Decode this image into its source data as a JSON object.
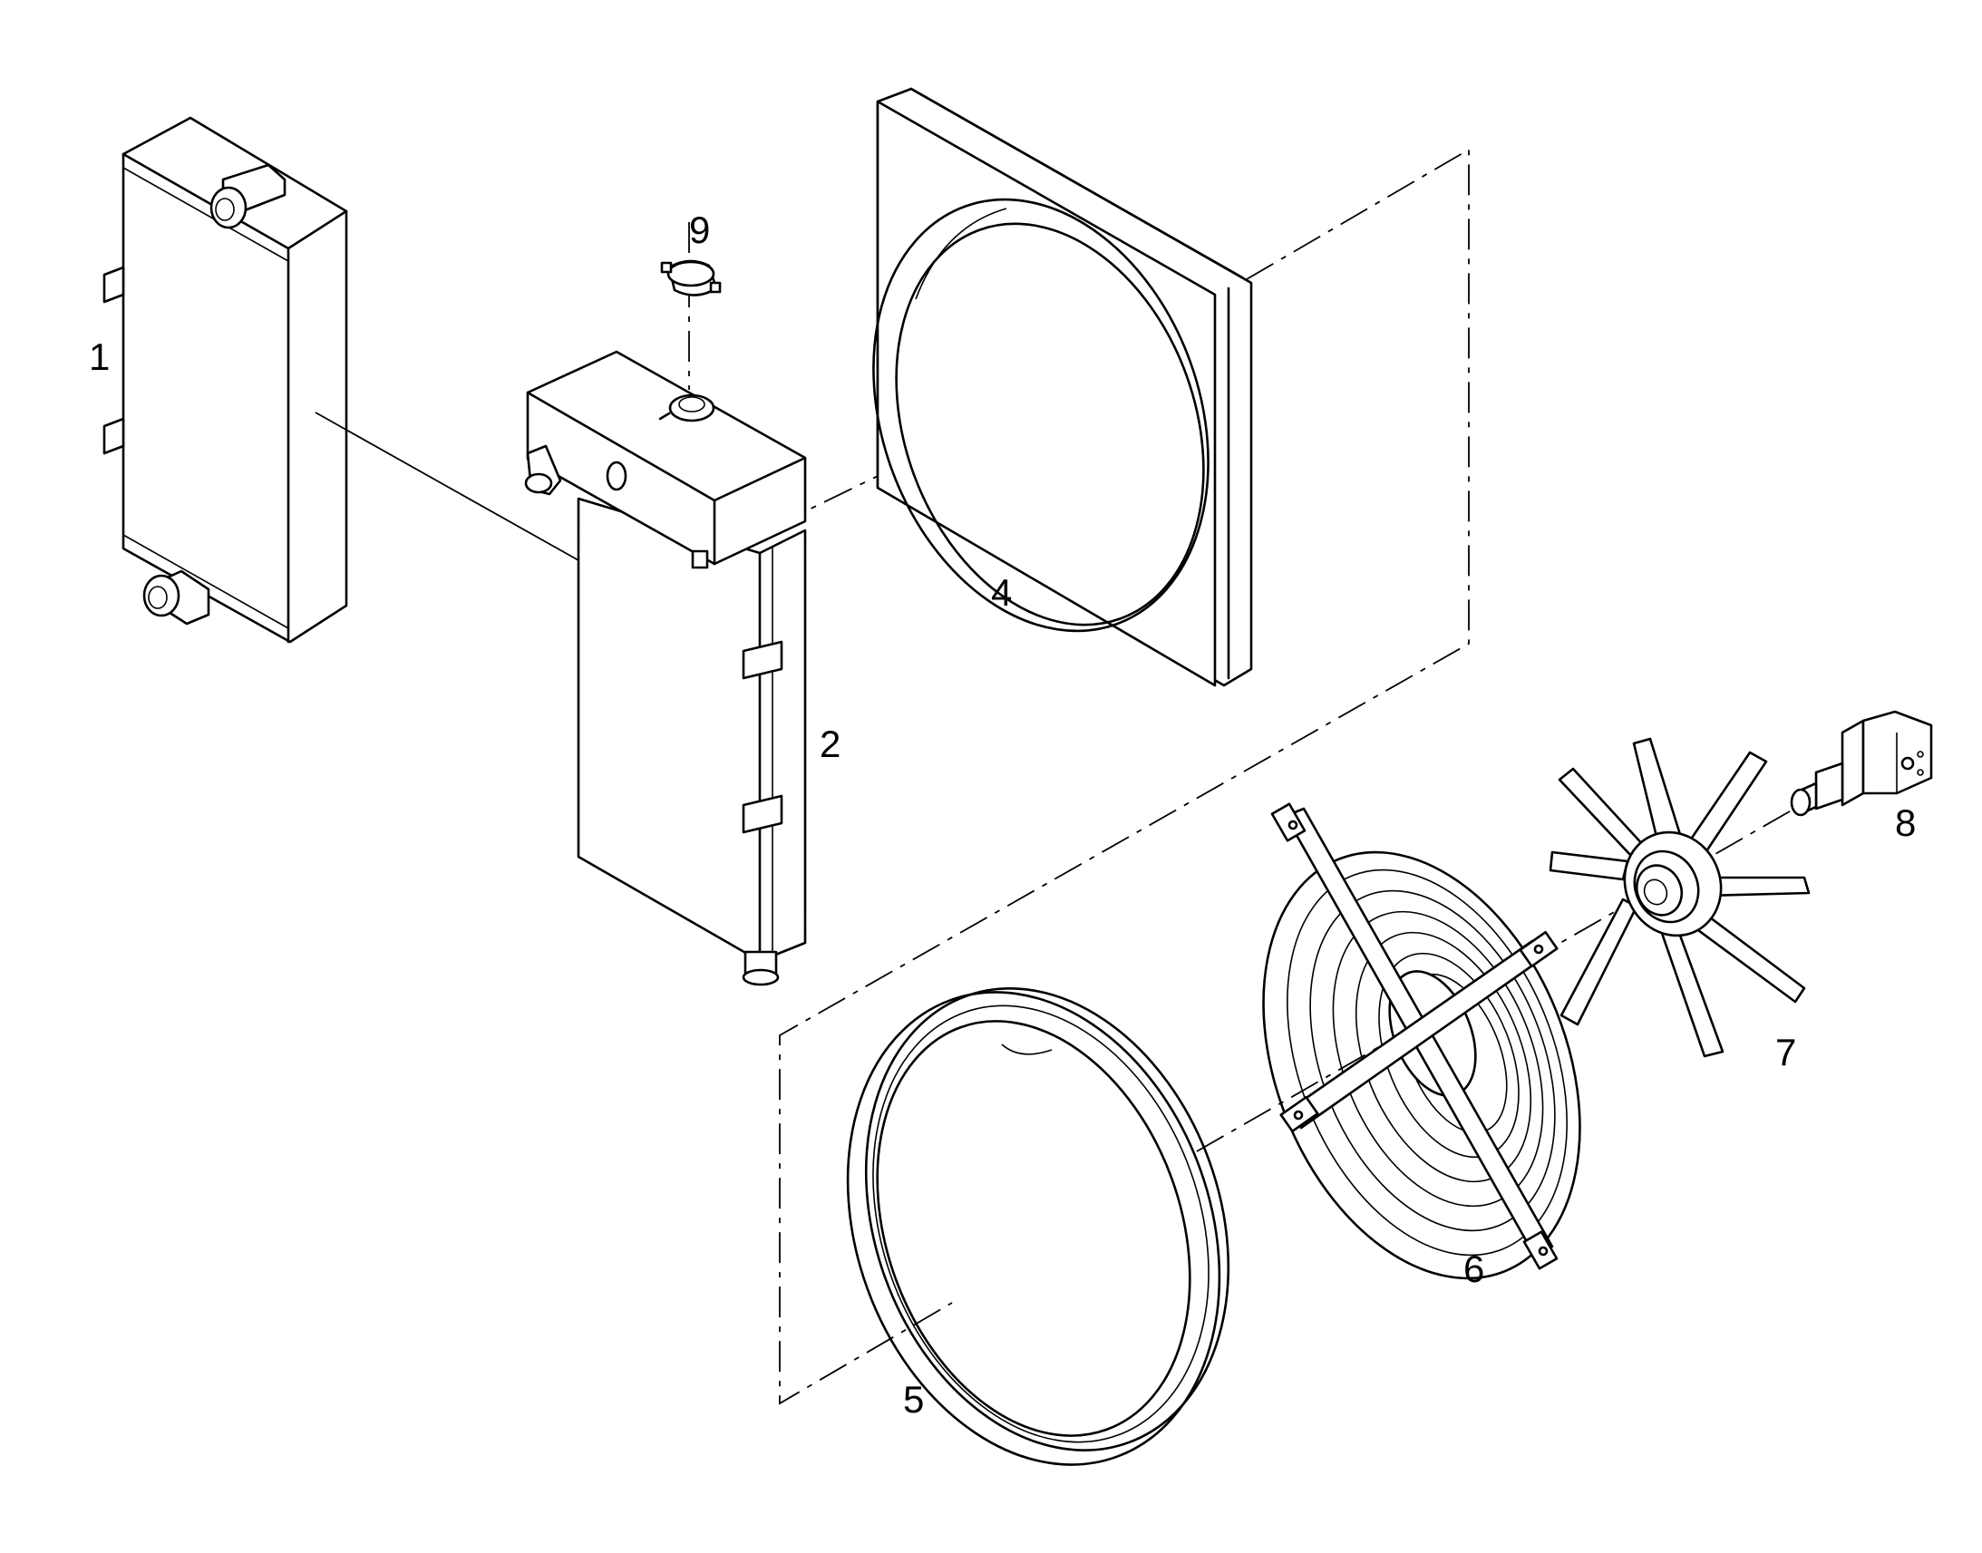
{
  "callouts": {
    "part_1": "1",
    "part_2": "2",
    "part_4": "4",
    "part_5": "5",
    "part_6": "6",
    "part_7": "7",
    "part_8": "8",
    "part_9": "9"
  }
}
